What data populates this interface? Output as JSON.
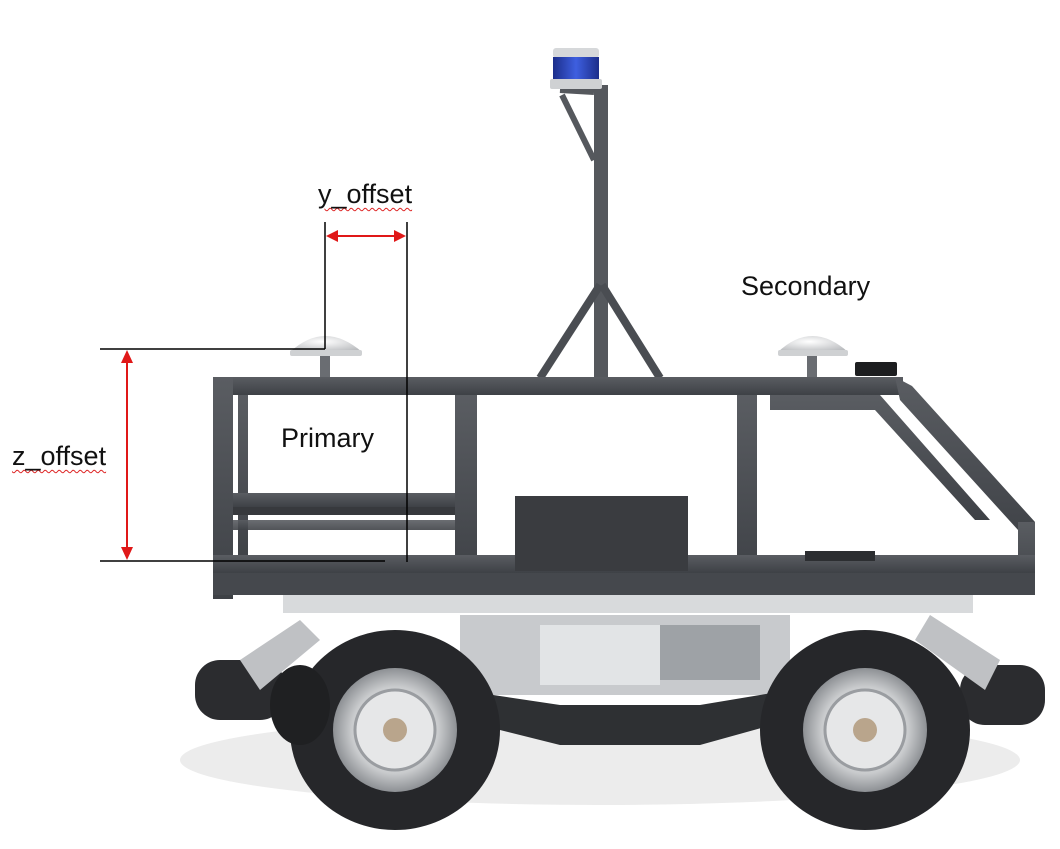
{
  "labels": {
    "y_offset": "y_offset",
    "z_offset": "z_offset",
    "primary": "Primary",
    "secondary": "Secondary"
  },
  "colors": {
    "dimension_arrow": "#e01818",
    "guide_line": "#000000",
    "frame": "#4a4d52",
    "tire": "#2a2a2c",
    "lidar": "#2b49c8"
  },
  "icons": {
    "primary_antenna": "gnss-antenna-icon",
    "secondary_antenna": "gnss-antenna-icon",
    "lidar": "lidar-sensor-icon"
  }
}
